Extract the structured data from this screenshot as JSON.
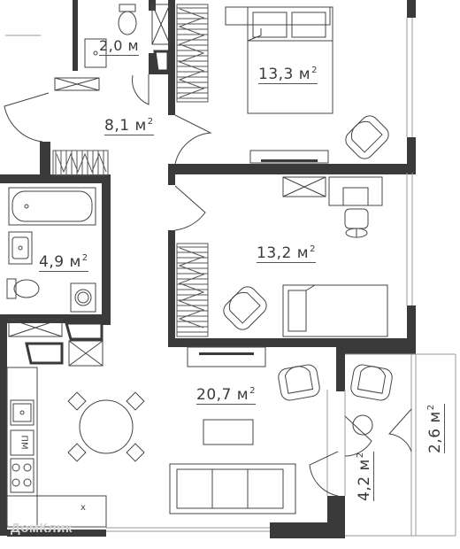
{
  "rooms": {
    "wc": {
      "area": "2,0",
      "unit": "м"
    },
    "bedroom_1": {
      "area": "13,3",
      "unit": "м",
      "exp": "2"
    },
    "hall": {
      "area": "8,1",
      "unit": "м",
      "exp": "2"
    },
    "bathroom": {
      "area": "4,9",
      "unit": "м",
      "exp": "2"
    },
    "bedroom_2": {
      "area": "13,2",
      "unit": "м",
      "exp": "2"
    },
    "living": {
      "area": "20,7",
      "unit": "м",
      "exp": "2"
    },
    "loggia_1": {
      "area": "4,2",
      "unit": "м",
      "exp": "2"
    },
    "loggia_2": {
      "area": "2,6",
      "unit": "м",
      "exp": "2"
    }
  },
  "fixtures": {
    "dishwasher": "ПМ",
    "range": "x"
  },
  "watermark": "ДомКлик",
  "colors": {
    "wall": "#3a3a3a",
    "wall_light": "#9a9a9a",
    "furniture_stroke": "#444444",
    "wardrobe_stroke": "#555555"
  }
}
